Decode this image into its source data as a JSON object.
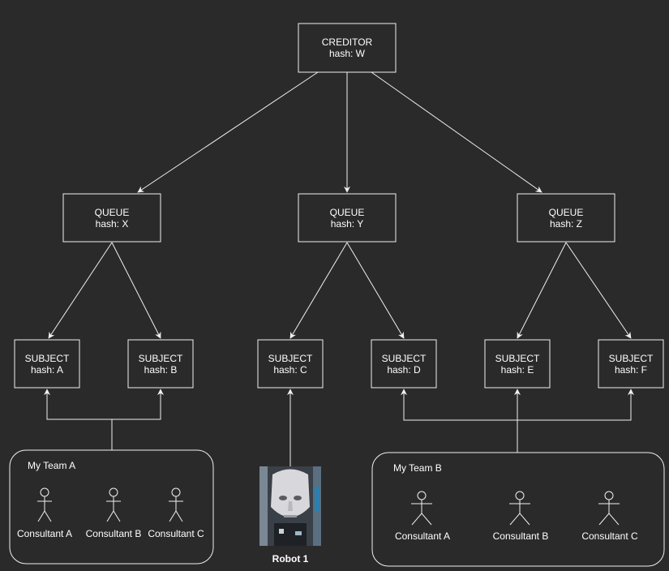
{
  "colors": {
    "background": "#2a2a2a",
    "stroke": "#f0f0f0",
    "text": "#ffffff"
  },
  "creditor": {
    "type": "CREDITOR",
    "hash": "hash: W"
  },
  "queues": [
    {
      "type": "QUEUE",
      "hash": "hash: X"
    },
    {
      "type": "QUEUE",
      "hash": "hash: Y"
    },
    {
      "type": "QUEUE",
      "hash": "hash: Z"
    }
  ],
  "subjects": [
    {
      "type": "SUBJECT",
      "hash": "hash: A"
    },
    {
      "type": "SUBJECT",
      "hash": "hash: B"
    },
    {
      "type": "SUBJECT",
      "hash": "hash: C"
    },
    {
      "type": "SUBJECT",
      "hash": "hash: D"
    },
    {
      "type": "SUBJECT",
      "hash": "hash: E"
    },
    {
      "type": "SUBJECT",
      "hash": "hash: F"
    }
  ],
  "team_a": {
    "title": "My Team A",
    "consultants": [
      "Consultant A",
      "Consultant B",
      "Consultant C"
    ]
  },
  "team_b": {
    "title": "My Team B",
    "consultants": [
      "Consultant A",
      "Consultant B",
      "Consultant C"
    ]
  },
  "robot": {
    "label": "Robot 1"
  }
}
